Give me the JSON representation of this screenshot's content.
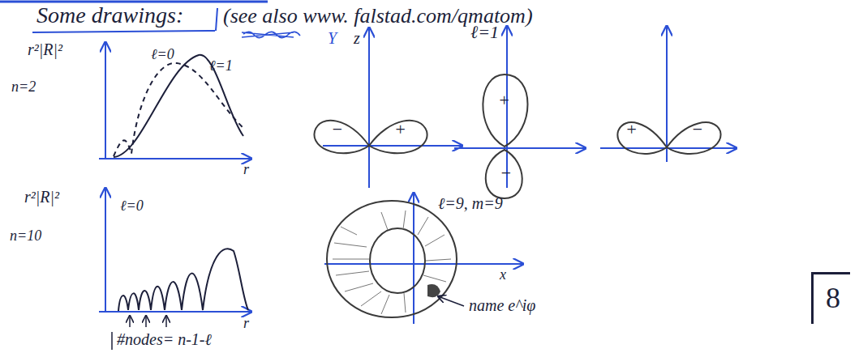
{
  "diagram": {
    "title": "Some drawings:",
    "nodes": [
      {
        "text": [
          "8"
        ]
      }
    ],
    "labels": [
      "(see also www. falstad.com/qmatom)",
      "r²|R|²",
      "n=2",
      "ℓ=0",
      "ℓ=1",
      "r",
      "r²|R|²",
      "n=10",
      "ℓ=0",
      "r",
      "#nodes= n-1-ℓ",
      "Y",
      "z",
      "ℓ=1",
      "−",
      "+",
      "+",
      "−",
      "+",
      "−",
      "ℓ=9, m=9",
      "x",
      "name e^iφ"
    ]
  }
}
